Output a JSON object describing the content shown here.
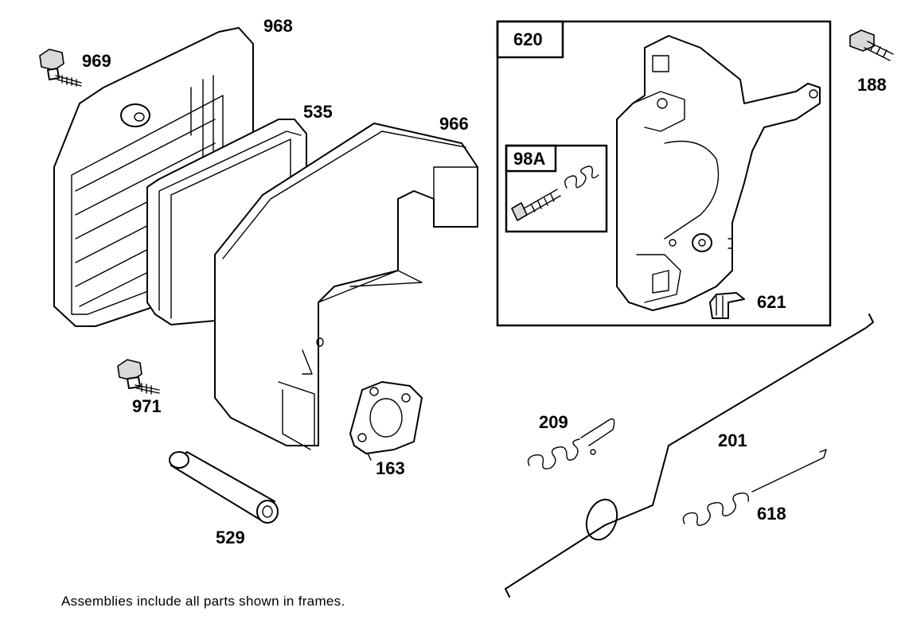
{
  "callouts": {
    "p968": "968",
    "p969": "969",
    "p535": "535",
    "p966": "966",
    "p971": "971",
    "p163": "163",
    "p529": "529",
    "p620": "620",
    "p98a": "98A",
    "p621": "621",
    "p188": "188",
    "p209": "209",
    "p201": "201",
    "p618": "618"
  },
  "footnote": "Assemblies include all parts shown in frames."
}
